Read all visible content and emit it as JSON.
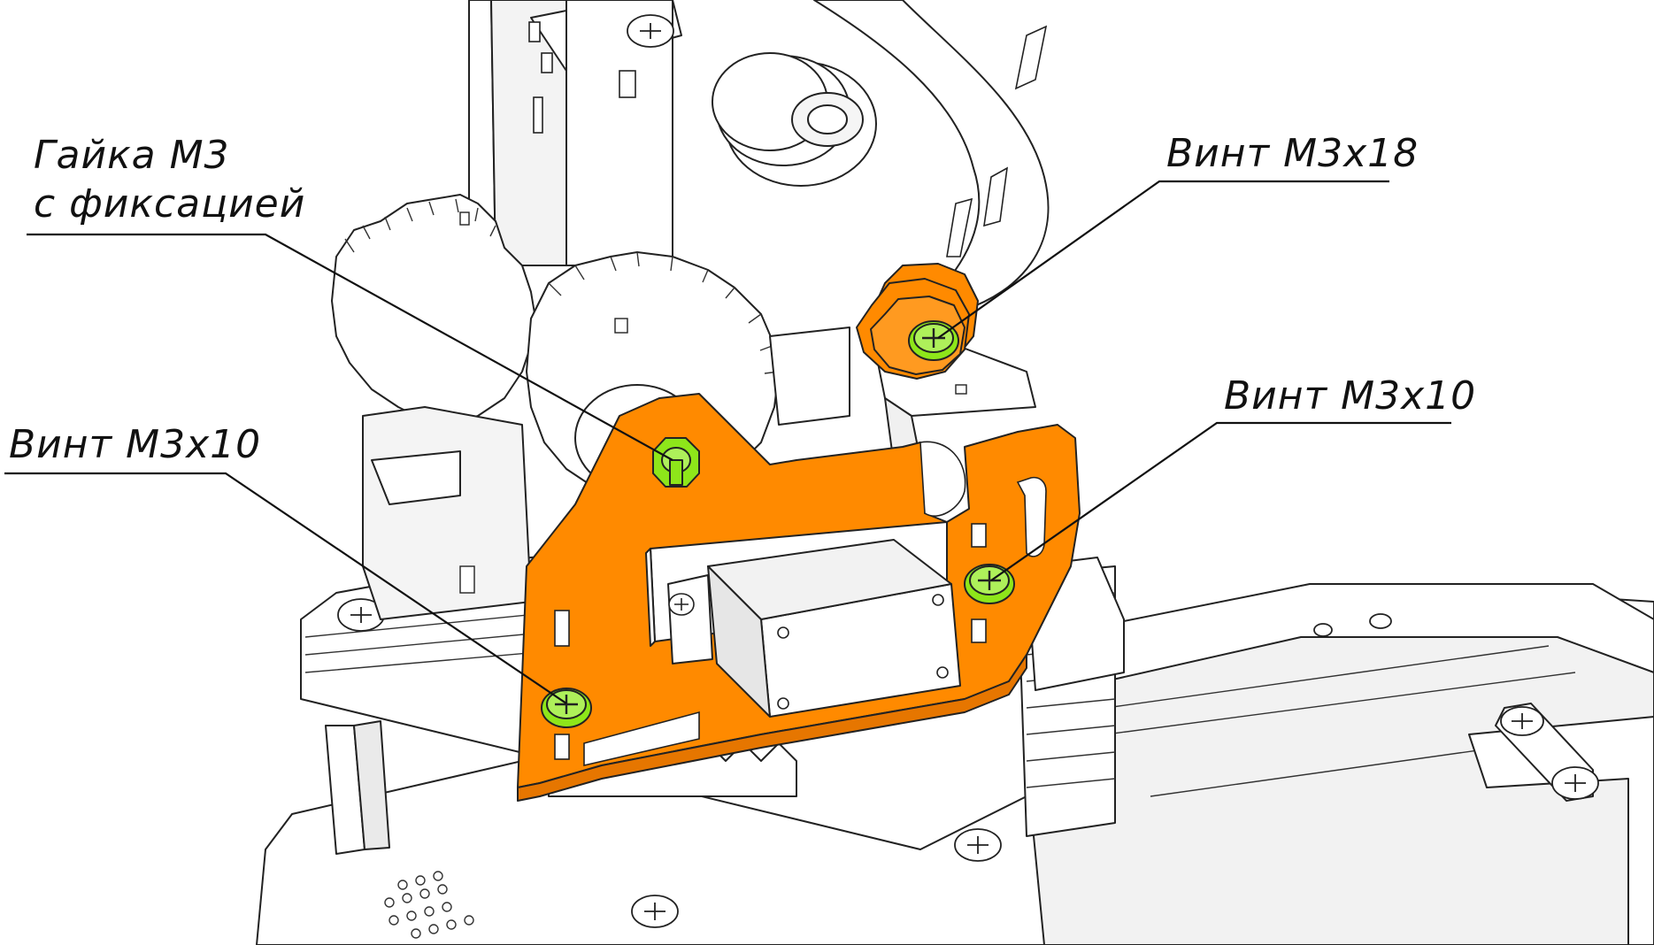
{
  "colors": {
    "plate": "#ff8a00",
    "fastener_highlight": "#8ee61a",
    "part": "#ffffff",
    "outline": "#222222",
    "shade": "#e8e8e8"
  },
  "callouts": [
    {
      "id": "nut",
      "lines": [
        "Гайка М3",
        "с фиксацией"
      ]
    },
    {
      "id": "screw-top-right",
      "lines": [
        "Винт М3х18"
      ]
    },
    {
      "id": "screw-mid-right",
      "lines": [
        "Винт М3х10"
      ]
    },
    {
      "id": "screw-left",
      "lines": [
        "Винт М3х10"
      ]
    }
  ]
}
